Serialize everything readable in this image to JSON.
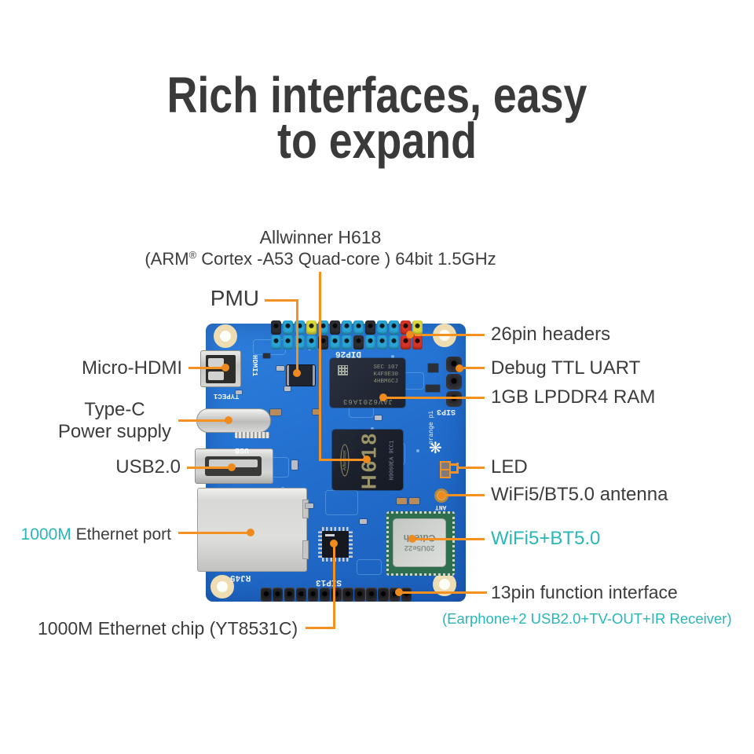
{
  "title": {
    "line1": "Rich interfaces, easy",
    "line2": "to expand"
  },
  "colors": {
    "accent_orange": "#f59120",
    "accent_teal": "#29b6b9",
    "text": "#3c3c3c",
    "pcb_blue": "#2573d2"
  },
  "callouts": {
    "cpu_name": "Allwinner H618",
    "cpu_spec_prefix": "(ARM",
    "cpu_spec_reg": "®",
    "cpu_spec_suffix": " Cortex -A53 Quad-core ) 64bit 1.5GHz",
    "pmu": "PMU",
    "micro_hdmi": "Micro-HDMI",
    "typec_line1": "Type-C",
    "typec_line2": "Power supply",
    "usb": "USB2.0",
    "eth_port_speed": "1000M",
    "eth_port_rest": " Ethernet port",
    "eth_chip": "1000M Ethernet chip (YT8531C)",
    "pins26": "26pin headers",
    "uart": "Debug TTL UART",
    "ram": "1GB LPDDR4 RAM",
    "led": "LED",
    "antenna": "WiFi5/BT5.0 antenna",
    "wifi_bt": "WiFi5+BT5.0",
    "func13": "13pin function interface",
    "func13_detail": "(Earphone+2 USB2.0+TV-OUT+IR Receiver)"
  },
  "board": {
    "silk": {
      "dip26": "DIP26",
      "hdmi": "HDMI1",
      "typec": "TYPEC1",
      "usb": "USB",
      "rj45": "RJ45",
      "sip13": "SIP13",
      "sip3": "SIP3",
      "ant": "ANT",
      "brand": "orange pi"
    },
    "soc": {
      "brand": "Allwinner",
      "model": "H618",
      "code": "N9060EA 9CC1"
    },
    "ram": {
      "line1": "SEC 107",
      "line2": "K4F8E30",
      "line3": "4HBM6CJ",
      "code": "JAV6201A63"
    },
    "wifi_module": {
      "line1": "20U5e22",
      "line2": "Cdtech"
    },
    "header_pins": {
      "top": [
        "dark",
        "blue",
        "blue",
        "yellow",
        "blue",
        "dark",
        "blue",
        "blue",
        "dark",
        "blue",
        "blue",
        "red",
        "yellow"
      ],
      "bottom": [
        "blue",
        "blue",
        "blue",
        "blue",
        "dark",
        "blue",
        "blue",
        "dark",
        "blue",
        "blue",
        "blue",
        "red",
        "red"
      ],
      "bottom_row_count": 13
    }
  }
}
